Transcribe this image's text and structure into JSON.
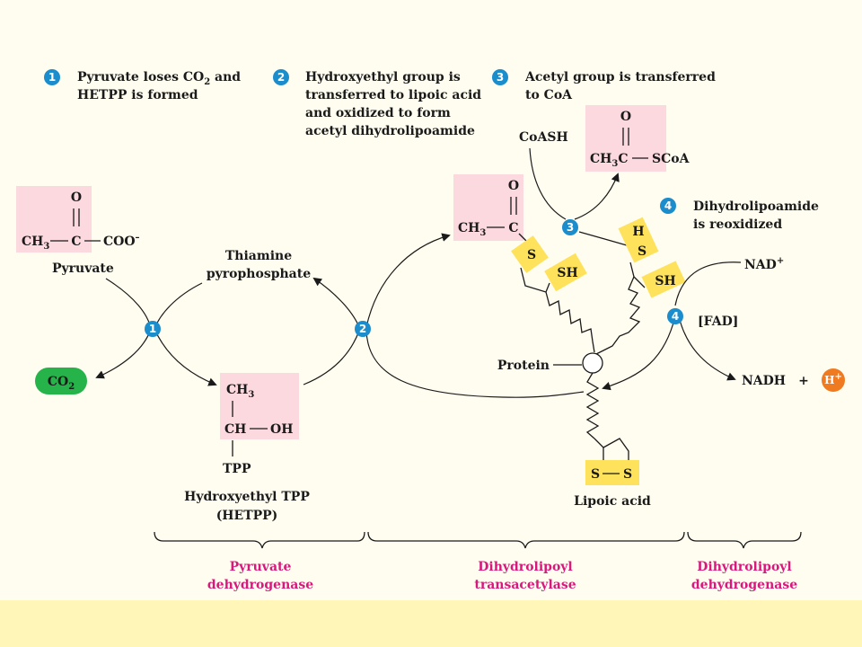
{
  "steps": [
    {
      "num": "1",
      "line1": "Pyruvate loses CO",
      "sub": "2",
      "line1_end": " and",
      "line2": "HETPP is formed"
    },
    {
      "num": "2",
      "lines": [
        "Hydroxyethyl group is",
        "transferred to lipoic acid",
        "and oxidized to form",
        "acetyl dihydrolipoamide"
      ]
    },
    {
      "num": "3",
      "lines": [
        "Acetyl group is transferred",
        "to CoA"
      ]
    },
    {
      "num": "4",
      "lines": [
        "Dihydrolipoamide",
        "is reoxidized"
      ]
    }
  ],
  "labels": {
    "pyruvate": "Pyruvate",
    "coo": "COO",
    "thiamine1": "Thiamine",
    "thiamine2": "pyrophosphate",
    "co2": "CO",
    "co2_sub": "2",
    "ch3": "CH",
    "ch3_sub": "3",
    "c": "C",
    "o": "O",
    "ch_oh": "CH",
    "oh": "OH",
    "tpp": "TPP",
    "hetpp1": "Hydroxyethyl TPP",
    "hetpp2": "(HETPP)",
    "coash": "CoASH",
    "ch3c": "CH",
    "ch3c_sub": "3",
    "ch3c_c": "C",
    "scoa": "SCoA",
    "s": "S",
    "sh": "SH",
    "h": "H",
    "protein": "Protein",
    "lipoic": "Lipoic acid",
    "s_s_left": "S",
    "s_s_right": "S",
    "nad": "NAD",
    "nad_sup": "+",
    "fad": "[FAD]",
    "nadh": "NADH",
    "plus": "+",
    "hplus": "H",
    "hplus_sup": "+",
    "minus": "–"
  },
  "enzymes": [
    {
      "line1": "Pyruvate",
      "line2": "dehydrogenase"
    },
    {
      "line1": "Dihydrolipoyl",
      "line2": "transacetylase"
    },
    {
      "line1": "Dihydrolipoyl",
      "line2": "dehydrogenase"
    }
  ],
  "colors": {
    "step_circle": "#1b8ccc",
    "pink_box": "#fbd9df",
    "yellow_box": "#ffe25c",
    "co2_green": "#25b34a",
    "hplus_orange": "#f07a1f",
    "enzyme_magenta": "#d6197c"
  }
}
